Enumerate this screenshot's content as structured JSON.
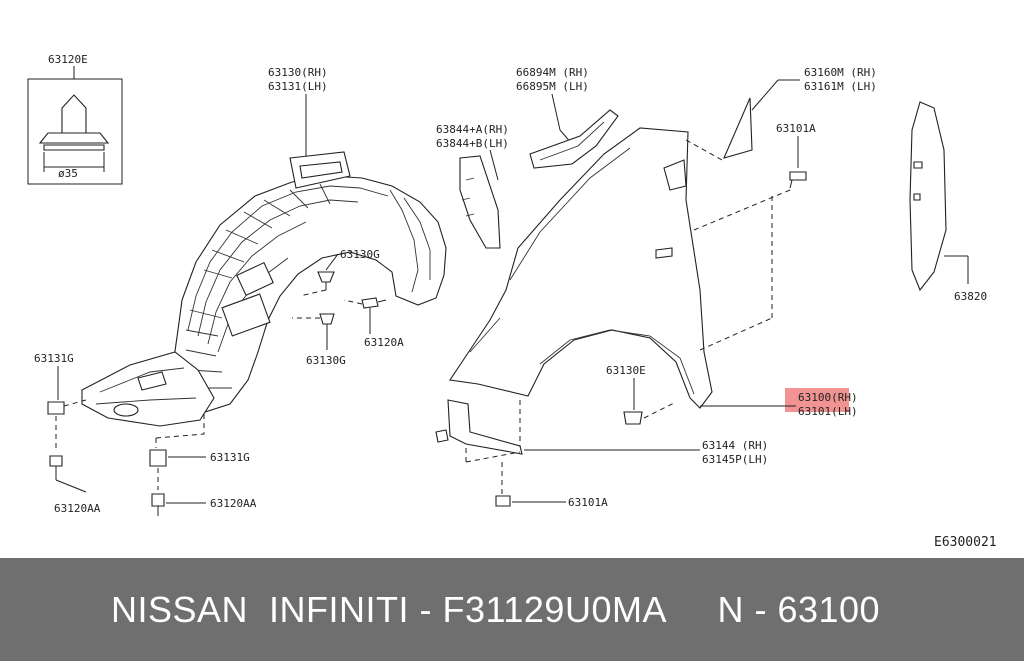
{
  "diagram": {
    "labels": {
      "clip_box": "63120E",
      "diameter": "ø35",
      "liner_rh": "63130(RH)",
      "liner_lh": "63131(LH)",
      "clip_63130g_a": "63130G",
      "clip_63130g_b": "63130G",
      "screw_63120a": "63120A",
      "nut_63131g_a": "63131G",
      "nut_63131g_b": "63131G",
      "bolt_63120aa_a": "63120AA",
      "bolt_63120aa_b": "63120AA",
      "mould_rh": "66894M (RH)",
      "mould_lh": "66895M (LH)",
      "bracket_rh": "63844+A(RH)",
      "bracket_lh": "63844+B(LH)",
      "cover_rh": "63160M (RH)",
      "cover_lh": "63161M (LH)",
      "bolt_63101a_top": "63101A",
      "seal_63820": "63820",
      "clip_63130e": "63130E",
      "fender_rh": "63100(RH)",
      "fender_lh": "63101(LH)",
      "stay_rh": "63144 (RH)",
      "stay_lh": "63145P(LH)",
      "bolt_63101a_bottom": "63101A",
      "diagram_code": "E6300021"
    },
    "highlight_color": "#f08080"
  },
  "footer": {
    "text": "NISSAN  INFINITI - F31129U0MA     N - 63100"
  }
}
